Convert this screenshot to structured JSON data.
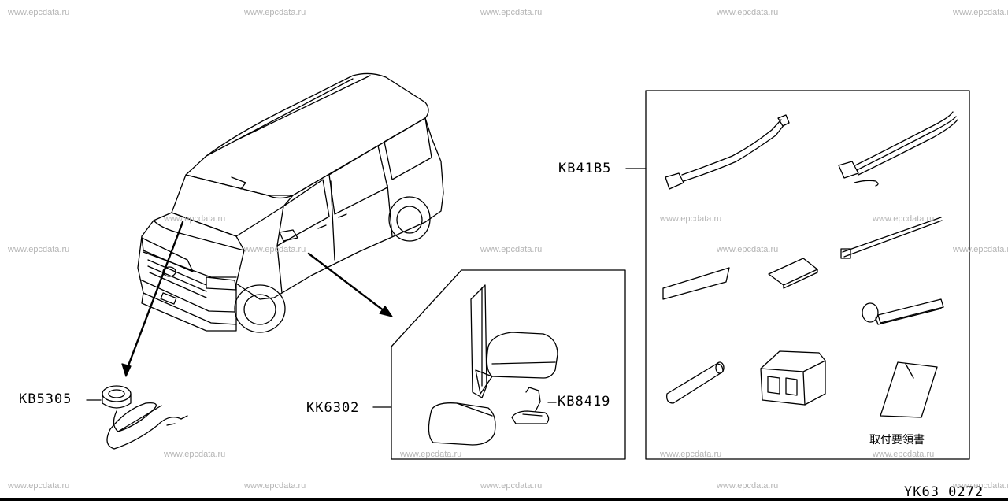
{
  "watermark": "www.epcdata.ru",
  "labels": {
    "kb5305": "KB5305",
    "kk6302": "KK6302",
    "kb8419": "KB8419",
    "kb41b5": "KB41B5"
  },
  "kit_note": "取付要領書",
  "diagram_code": "YK63 0272"
}
